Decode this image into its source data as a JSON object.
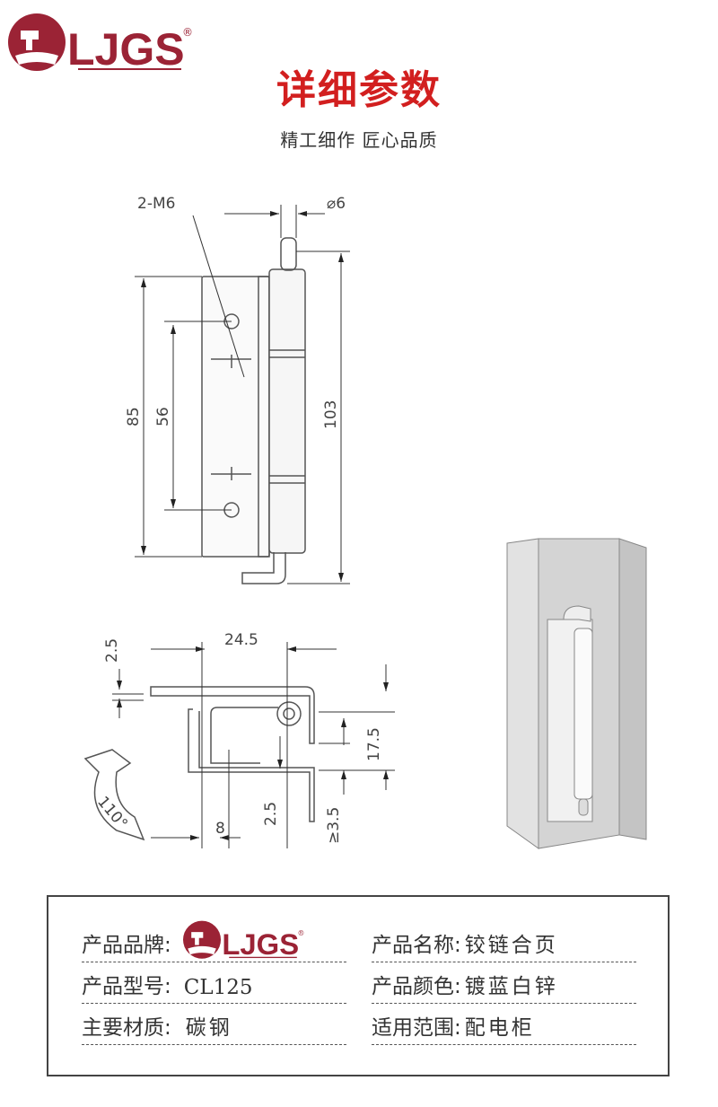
{
  "brand": {
    "name": "LJGS",
    "registered": "®",
    "color": "#9b2335"
  },
  "header": {
    "title": "详细参数",
    "subtitle": "精工细作 匠心品质",
    "title_color": "#d21f1f"
  },
  "drawing": {
    "front_view": {
      "holes": "2-M6",
      "pin_diameter": "⌀6",
      "hole_span": "85",
      "slot_span": "56",
      "overall_height": "103"
    },
    "top_view": {
      "width": "24.5",
      "plate_offset": "2.5",
      "depth": "17.5",
      "gap": "2.5",
      "min_thickness": "≥3.5",
      "offset": "8",
      "opening_angle": "110°"
    }
  },
  "specs": [
    {
      "label": "产品品牌:",
      "value": "LJGS",
      "is_logo": true
    },
    {
      "label": "产品名称:",
      "value": "铰链合页"
    },
    {
      "label": "产品型号:",
      "value": "CL125"
    },
    {
      "label": "产品颜色:",
      "value": "镀蓝白锌"
    },
    {
      "label": "主要材质:",
      "value": "碳钢"
    },
    {
      "label": "适用范围:",
      "value": "配电柜"
    }
  ]
}
